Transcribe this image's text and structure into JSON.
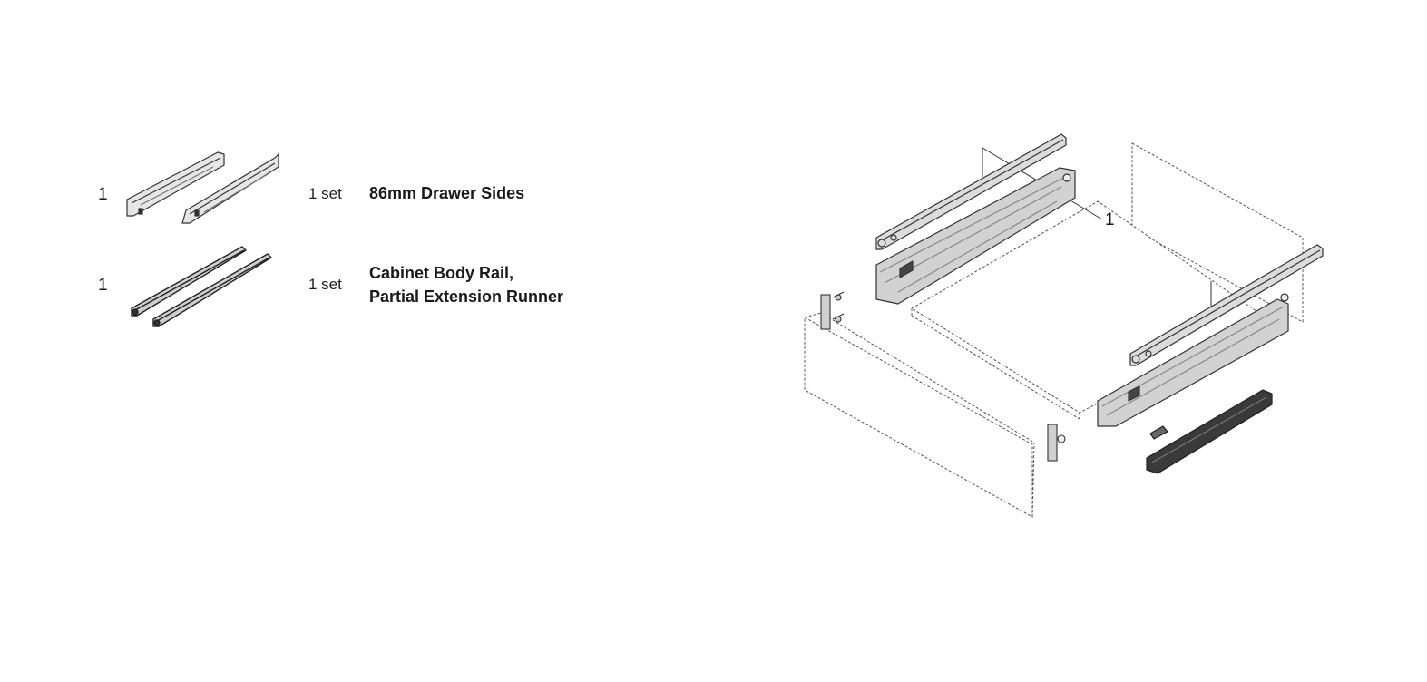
{
  "parts": [
    {
      "qty": "1",
      "amount": "1 set",
      "name_lines": [
        "86mm Drawer Sides"
      ],
      "thumbnail_icon": "drawer-sides-icon"
    },
    {
      "qty": "1",
      "amount": "1 set",
      "name_lines": [
        "Cabinet Body Rail,",
        "Partial Extension Runner"
      ],
      "thumbnail_icon": "body-rail-runner-icon"
    }
  ],
  "diagram": {
    "callout": "1",
    "illustration_icon": "drawer-assembly-exploded-icon"
  },
  "colors": {
    "line": "#333333",
    "metal": "#d9d9d9",
    "dark": "#3a3a3a",
    "divider": "#c8c8c8"
  }
}
